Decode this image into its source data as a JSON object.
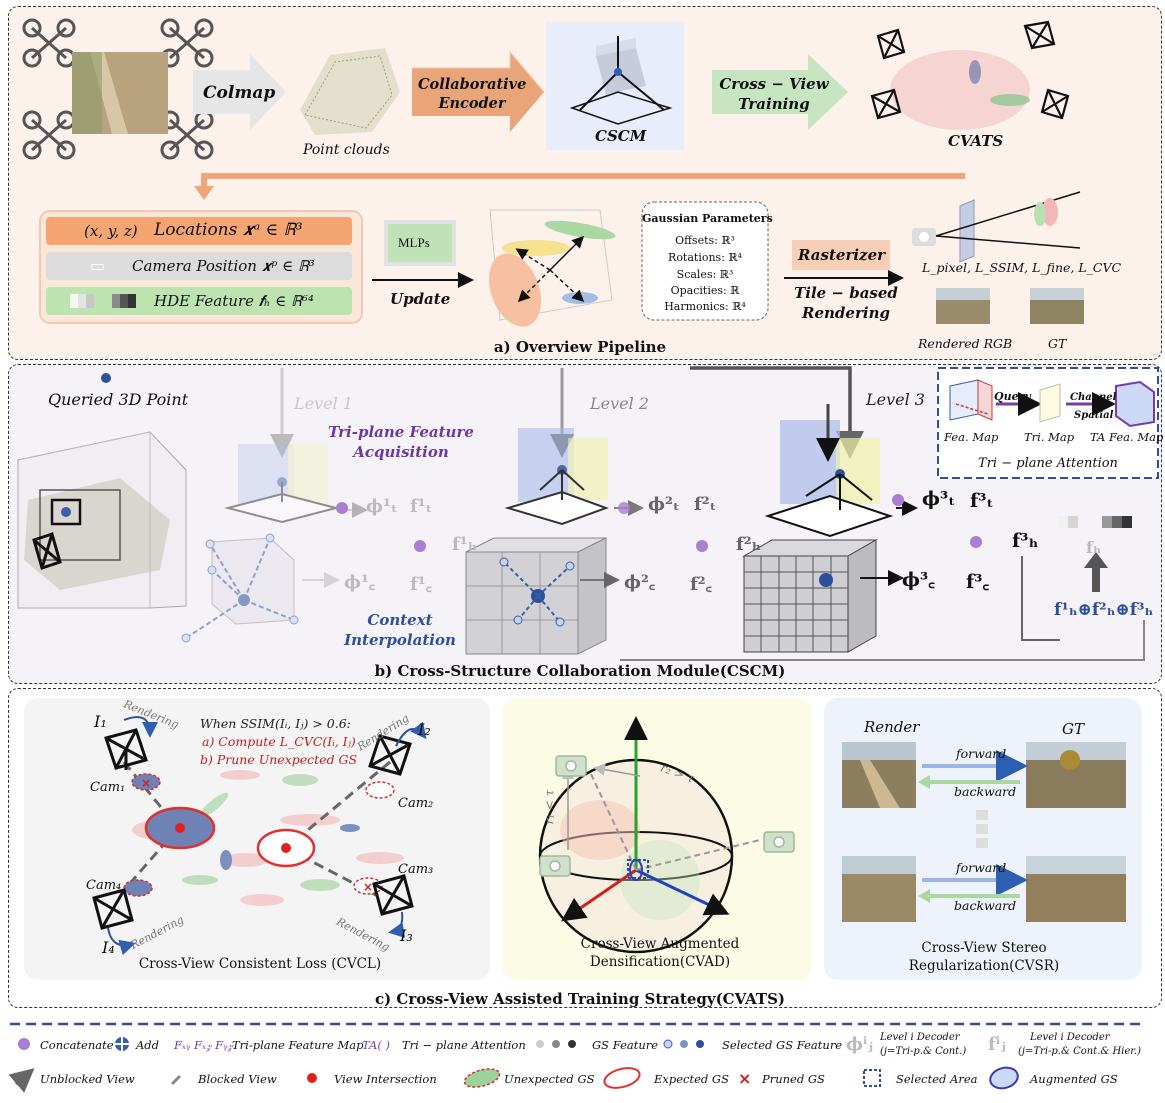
{
  "panel_a": {
    "caption": "a) Overview Pipeline",
    "colmap": "Colmap",
    "point_clouds": "Point clouds",
    "collab_encoder_1": "Collaborative",
    "collab_encoder_2": "Encoder",
    "cscm": "CSCM",
    "cross_view_1": "Cross − View",
    "cross_view_2": "Training",
    "cvats": "CVATS",
    "loc_xyz": "(x, y, z)",
    "loc_label": "Locations 𝒙ᵃ ∈ ℝ³",
    "cam_label": "Camera Position 𝒙ᵖ ∈ ℝ³",
    "hde_label": "HDE Feature 𝒇ₕ ∈ ℝ⁶⁴",
    "mlps": "MLPs",
    "update": "Update",
    "gp_title": "Gaussian Parameters",
    "gp_offsets": "Offsets: ℝ³",
    "gp_rotations": "Rotations: ℝ⁴",
    "gp_scales": "Scales: ℝ³",
    "gp_opacities": "Opacities: ℝ",
    "gp_harmonics": "Harmonics: ℝ⁴",
    "rasterizer": "Rasterizer",
    "tile_1": "Tile − based",
    "tile_2": "Rendering",
    "losses": "L_pixel, L_SSIM, L_fine, L_CVC",
    "rendered_rgb": "Rendered RGB",
    "gt": "GT"
  },
  "panel_b": {
    "caption": "b) Cross-Structure Collaboration Module(CSCM)",
    "queried": "Queried 3D Point",
    "level1": "Level 1",
    "level2": "Level 2",
    "level3": "Level 3",
    "tri_acq_1": "Tri-plane Feature",
    "tri_acq_2": "Acquisition",
    "ctx_1": "Context",
    "ctx_2": "Interpolation",
    "phi_t1": "ϕ¹ₜ",
    "f_t1": "f¹ₜ",
    "phi_c1": "ϕ¹꜀",
    "f_c1": "f¹꜀",
    "f_h1": "f¹ₕ",
    "phi_t2": "ϕ²ₜ",
    "f_t2": "f²ₜ",
    "phi_c2": "ϕ²꜀",
    "f_c2": "f²꜀",
    "f_h2": "f²ₕ",
    "phi_t3": "ϕ³ₜ",
    "f_t3": "f³ₜ",
    "phi_c3": "ϕ³꜀",
    "f_c3": "f³꜀",
    "f_h3": "f³ₕ",
    "f_h": "fₕ",
    "sum": "f¹ₕ⊕f²ₕ⊕f³ₕ",
    "query": "Query",
    "channel": "Channel",
    "spatial": "Spatial",
    "fea_map": "Fea. Map",
    "tri_map": "Tri. Map",
    "ta_map": "TA Fea. Map",
    "tri_att": "Tri − plane Attention"
  },
  "panel_c": {
    "caption": "c) Cross-View Assisted Training Strategy(CVATS)",
    "when": "When SSIM(Iᵢ, Iⱼ) > 0.6:",
    "compute": "a) Compute L_CVC(Iᵢ, Iⱼ)",
    "prune": "b) Prune Unexpected GS",
    "rendering": "Rendering",
    "i1": "I₁",
    "i2": "I₂",
    "i3": "I₃",
    "i4": "I₄",
    "cam1": "Cam₁",
    "cam2": "Cam₂",
    "cam3": "Cam₃",
    "cam4": "Cam₄",
    "cvcl": "Cross-View Consistent Loss (CVCL)",
    "r1": "r₁ < τ",
    "r2": "r₂ > τ",
    "cvad_1": "Cross-View Augmented",
    "cvad_2": "Densification(CVAD)",
    "render": "Render",
    "gt": "GT",
    "forward": "forward",
    "backward": "backward",
    "cvsr_1": "Cross-View Stereo",
    "cvsr_2": "Regularization(CVSR)"
  },
  "legend": {
    "concatenate": "Concatenate",
    "add": "Add",
    "fmap_sym": "Fₓᵧ Fₓ𝓏 Fᵧ𝓏",
    "fmap": "Tri-plane Feature Map",
    "ta_sym": "TA( )",
    "ta": "Tri − plane  Attention",
    "gs_feature": "GS Feature",
    "selected_gs": "Selected GS Feature",
    "level_dec_1": "Level i Decoder",
    "level_dec_1b": "(j=Tri-p.& Cont.)",
    "level_dec_2": "Level i Decoder",
    "level_dec_2b": "(j=Tri-p.& Cont.& Hier.)",
    "phi_sym": "ϕⁱⱼ",
    "f_sym": "fⁱⱼ",
    "unblocked": "Unblocked View",
    "blocked": "Blocked View",
    "intersection": "View Intersection",
    "unexpected": "Unexpected GS",
    "expected": "Expected GS",
    "pruned": "Pruned GS",
    "selected_area": "Selected Area",
    "augmented": "Augmented GS"
  }
}
